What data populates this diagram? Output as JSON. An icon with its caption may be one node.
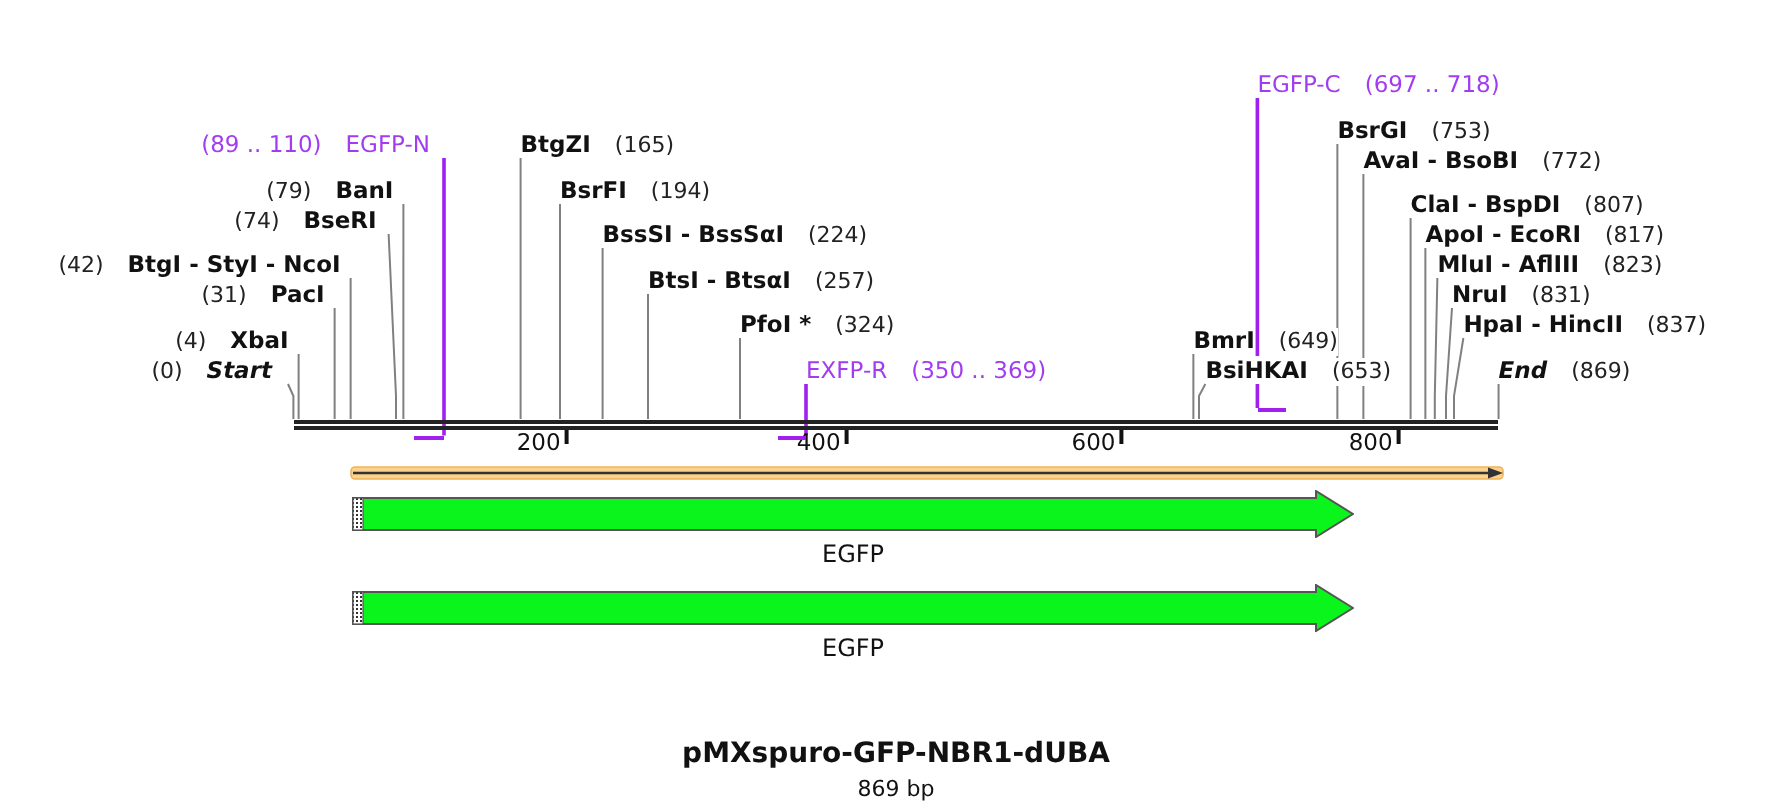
{
  "diagram": {
    "title": "pMXspuro-GFP-NBR1-dUBA",
    "caption": "869 bp",
    "nodes": [
      {
        "text": [
          "(0)",
          "Start"
        ]
      },
      {
        "text": [
          "(4)",
          "XbaI"
        ]
      },
      {
        "text": [
          "(31)",
          "PacI"
        ]
      },
      {
        "text": [
          "(42)",
          "BtgI - StyI - NcoI"
        ]
      },
      {
        "text": [
          "(74)",
          "BseRI"
        ]
      },
      {
        "text": [
          "(79)",
          "BanI"
        ]
      },
      {
        "text": [
          "(89 .. 110)",
          "EGFP-N"
        ]
      },
      {
        "text": [
          "BtgZI",
          "(165)"
        ]
      },
      {
        "text": [
          "BsrFI",
          "(194)"
        ]
      },
      {
        "text": [
          "BssSI - BssSαI",
          "(224)"
        ]
      },
      {
        "text": [
          "BtsI - BtsαI",
          "(257)"
        ]
      },
      {
        "text": [
          "PfoI *",
          "(324)"
        ]
      },
      {
        "text": [
          "EXFP-R",
          "(350 .. 369)"
        ]
      },
      {
        "text": [
          "BmrI",
          "(649)"
        ]
      },
      {
        "text": [
          "BsiHKAI",
          "(653)"
        ]
      },
      {
        "text": [
          "EGFP-C",
          "(697 .. 718)"
        ]
      },
      {
        "text": [
          "BsrGI",
          "(753)"
        ]
      },
      {
        "text": [
          "AvaI - BsoBI",
          "(772)"
        ]
      },
      {
        "text": [
          "ClaI - BspDI",
          "(807)"
        ]
      },
      {
        "text": [
          "ApoI - EcoRI",
          "(817)"
        ]
      },
      {
        "text": [
          "MluI - AflIII",
          "(823)"
        ]
      },
      {
        "text": [
          "NruI",
          "(831)"
        ]
      },
      {
        "text": [
          "HpaI - HincII",
          "(837)"
        ]
      },
      {
        "text": [
          "End",
          "(869)"
        ]
      },
      {
        "text": [],
        "shape": "bar"
      },
      {
        "text": [],
        "shape": "bar"
      },
      {
        "text": [],
        "shape": "bar"
      },
      {
        "text": [],
        "shape": "bar"
      },
      {
        "text": [],
        "shape": "bar"
      },
      {
        "text": [
          "EGFP"
        ]
      },
      {
        "text": [
          "EGFP"
        ]
      }
    ],
    "edges": [
      {
        "from": 0,
        "to": 24,
        "arrow": "none"
      },
      {
        "from": 1,
        "to": 24,
        "arrow": "none"
      },
      {
        "from": 2,
        "to": 24,
        "arrow": "none"
      },
      {
        "from": 3,
        "to": 24,
        "arrow": "none"
      },
      {
        "from": 4,
        "to": 24,
        "arrow": "none"
      },
      {
        "from": 5,
        "to": 24,
        "arrow": "none"
      },
      {
        "from": 6,
        "to": 25,
        "arrow": "none",
        "color": "#a020f0"
      },
      {
        "from": 7,
        "to": 24,
        "arrow": "none"
      },
      {
        "from": 8,
        "to": 24,
        "arrow": "none"
      },
      {
        "from": 9,
        "to": 24,
        "arrow": "none"
      },
      {
        "from": 10,
        "to": 24,
        "arrow": "none"
      },
      {
        "from": 11,
        "to": 24,
        "arrow": "none"
      },
      {
        "from": 12,
        "to": 26,
        "arrow": "none",
        "color": "#a020f0"
      },
      {
        "from": 13,
        "to": 24,
        "arrow": "none"
      },
      {
        "from": 14,
        "to": 24,
        "arrow": "none"
      },
      {
        "from": 15,
        "to": 27,
        "arrow": "none",
        "color": "#a020f0"
      },
      {
        "from": 16,
        "to": 24,
        "arrow": "none"
      },
      {
        "from": 17,
        "to": 24,
        "arrow": "none"
      },
      {
        "from": 18,
        "to": 24,
        "arrow": "none"
      },
      {
        "from": 19,
        "to": 24,
        "arrow": "none"
      },
      {
        "from": 20,
        "to": 24,
        "arrow": "none"
      },
      {
        "from": 21,
        "to": 24,
        "arrow": "none"
      },
      {
        "from": 22,
        "to": 24,
        "arrow": "none"
      },
      {
        "from": 23,
        "to": 24,
        "arrow": "none"
      }
    ],
    "labels": [
      "200",
      "400",
      "600",
      "800"
    ]
  }
}
